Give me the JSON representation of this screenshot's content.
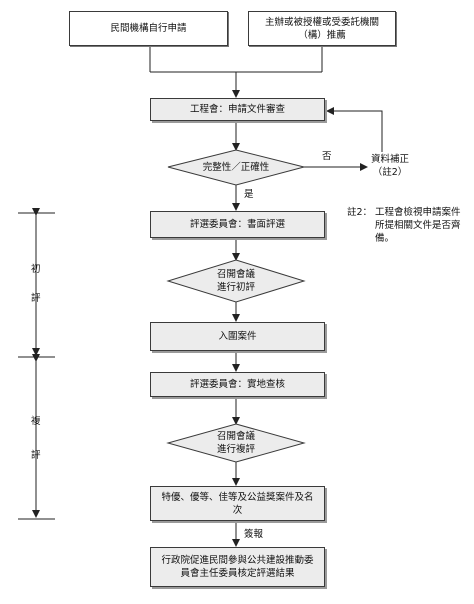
{
  "nodes": {
    "private_apply": "民間機構自行申請",
    "authority_recommend": "主辦或被授權或受委託機關（構）推薦",
    "review_docs": "工程會：申請文件審查",
    "completeness": "完整性／正確性",
    "paper_review": "評選委員會：書面評選",
    "meeting_initial": "召開會議\n進行初評",
    "shortlist": "入圍案件",
    "site_visit": "評選委員會：實地查核",
    "meeting_final": "召開會議\n進行複評",
    "award_levels": "特優、優等、佳等及公益獎案件及名次",
    "approval": "行政院促進民間參與公共建設推動委員會主任委員核定評選結果"
  },
  "labels": {
    "no": "否",
    "yes": "是",
    "supplement": "資料補正\n（註2）",
    "report": "簽報"
  },
  "stages": {
    "initial": [
      "初",
      "評"
    ],
    "final": [
      "複",
      "評"
    ]
  },
  "note": {
    "mark": "註2：",
    "text": "工程會檢視申請案件所提相關文件是否齊備。"
  }
}
